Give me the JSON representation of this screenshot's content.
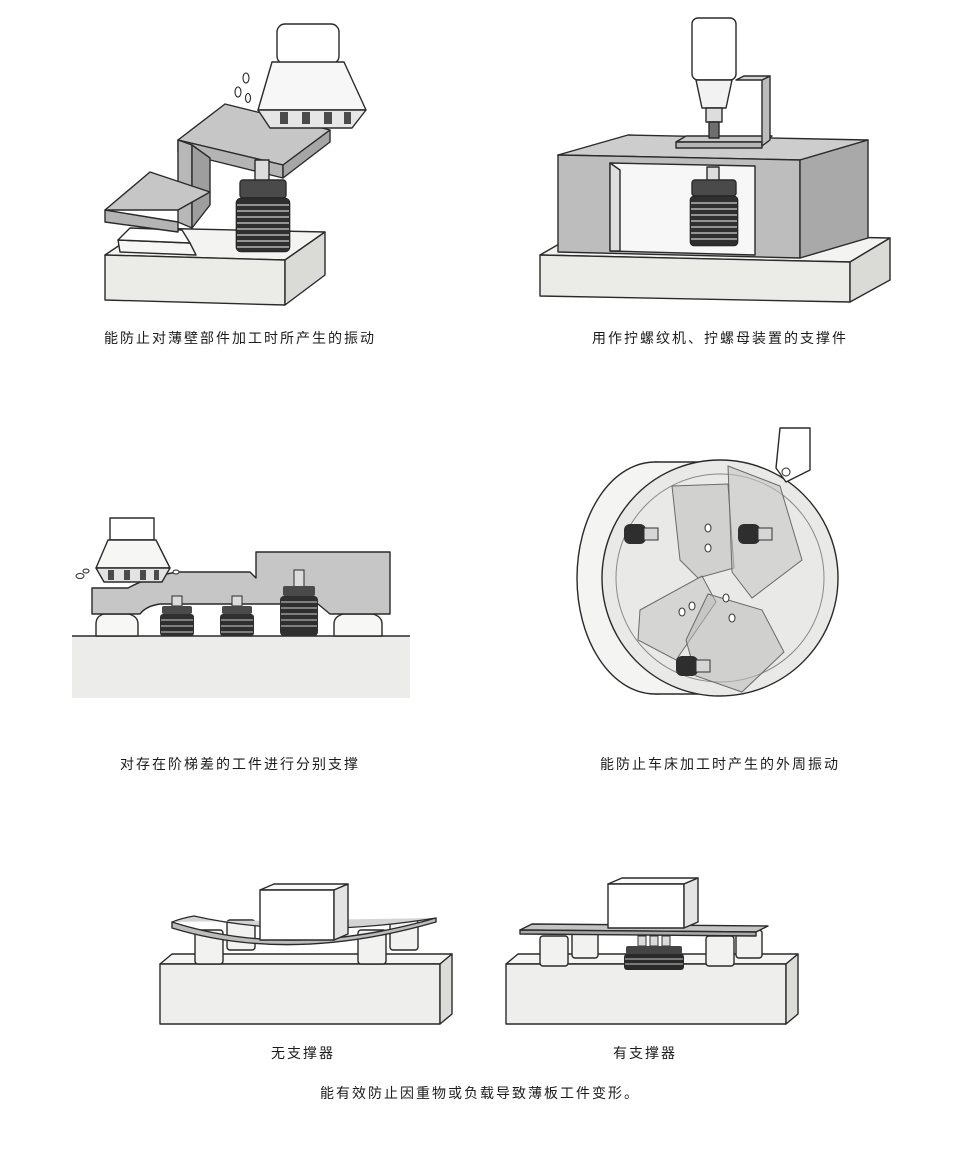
{
  "panels": [
    {
      "caption": "能防止对薄壁部件加工时所产生的振动"
    },
    {
      "caption": "用作拧螺纹机、拧螺母装置的支撑件"
    },
    {
      "caption": "对存在阶梯差的工件进行分别支撑"
    },
    {
      "caption": "能防止车床加工时产生的外周振动"
    }
  ],
  "compare": {
    "without_label": "无支撑器",
    "with_label": "有支撑器",
    "summary": "能有效防止因重物或负载导致薄板工件变形。"
  },
  "colors": {
    "base": "#f1f1ef",
    "plate": "#c4c4c4",
    "dark": "#3a3a3a",
    "outline": "#2a2a2a"
  }
}
